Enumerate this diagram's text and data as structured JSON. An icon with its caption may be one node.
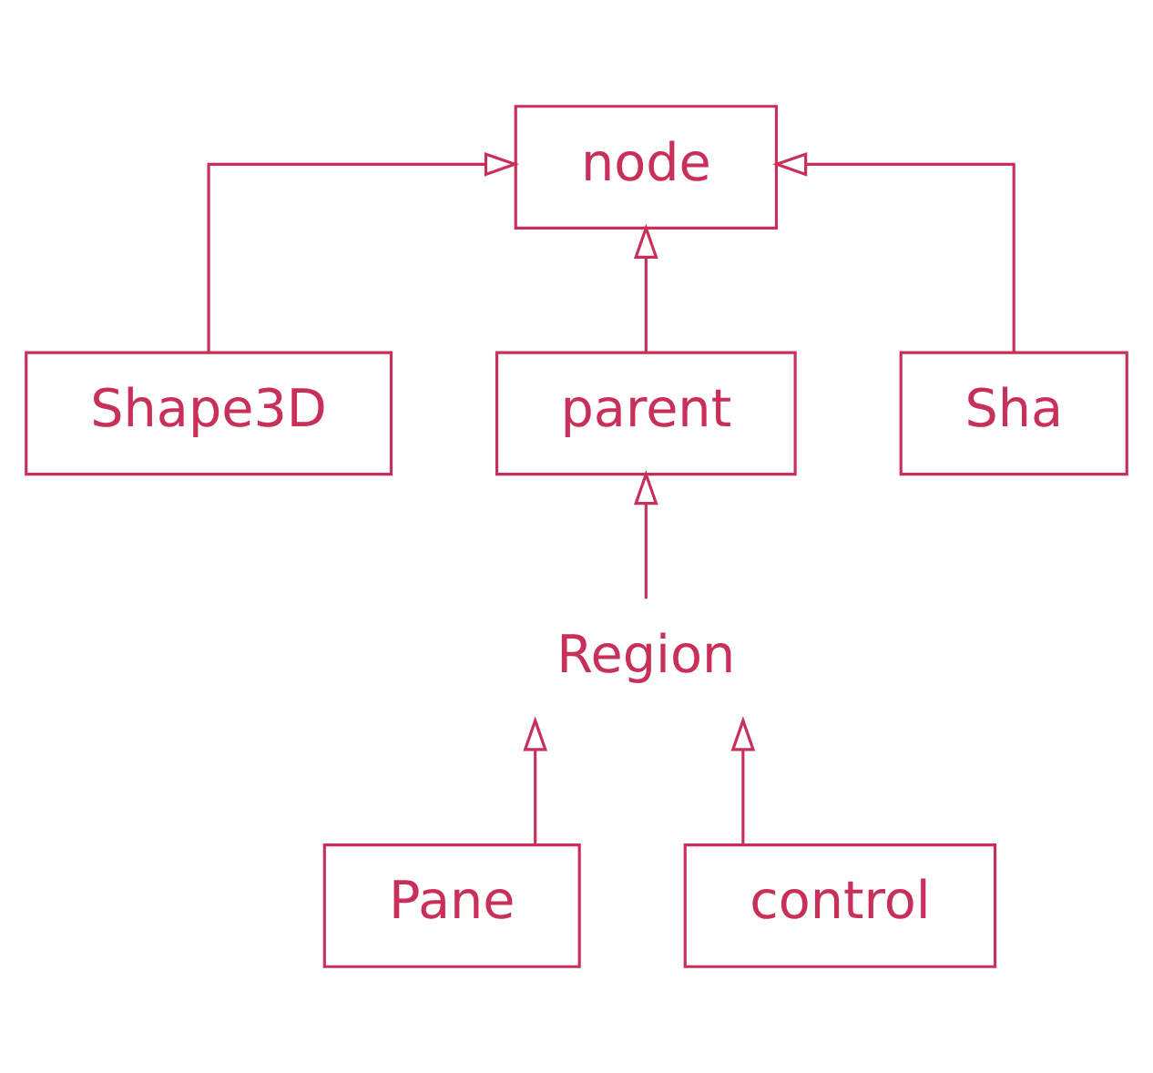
{
  "diagram": {
    "nodes": [
      {
        "text": [
          "node"
        ]
      },
      {
        "text": [
          "Shape3D"
        ]
      },
      {
        "text": [
          "parent"
        ]
      },
      {
        "text": [
          "Sha"
        ]
      },
      {
        "text": [
          "Region"
        ]
      },
      {
        "text": [
          "Pane"
        ]
      },
      {
        "text": [
          "control"
        ]
      }
    ],
    "edges": [
      {
        "from": 1,
        "to": 0,
        "arrow": "to"
      },
      {
        "from": 2,
        "to": 0,
        "arrow": "to"
      },
      {
        "from": 3,
        "to": 0,
        "arrow": "to"
      },
      {
        "from": 4,
        "to": 2,
        "arrow": "to"
      },
      {
        "from": 5,
        "to": 4,
        "arrow": "to"
      },
      {
        "from": 6,
        "to": 4,
        "arrow": "to"
      }
    ]
  }
}
